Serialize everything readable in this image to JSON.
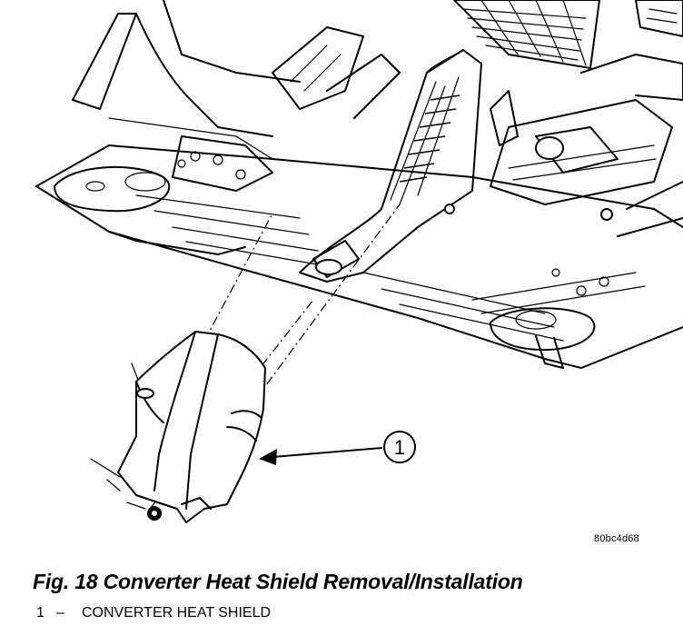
{
  "figure": {
    "callout_number": "1",
    "reference_code": "80bc4d68"
  },
  "caption": {
    "title": "Fig. 18 Converter Heat Shield Removal/Installation"
  },
  "legend": {
    "items": [
      {
        "number": "1",
        "separator": "–",
        "label": "CONVERTER HEAT SHIELD"
      }
    ]
  }
}
